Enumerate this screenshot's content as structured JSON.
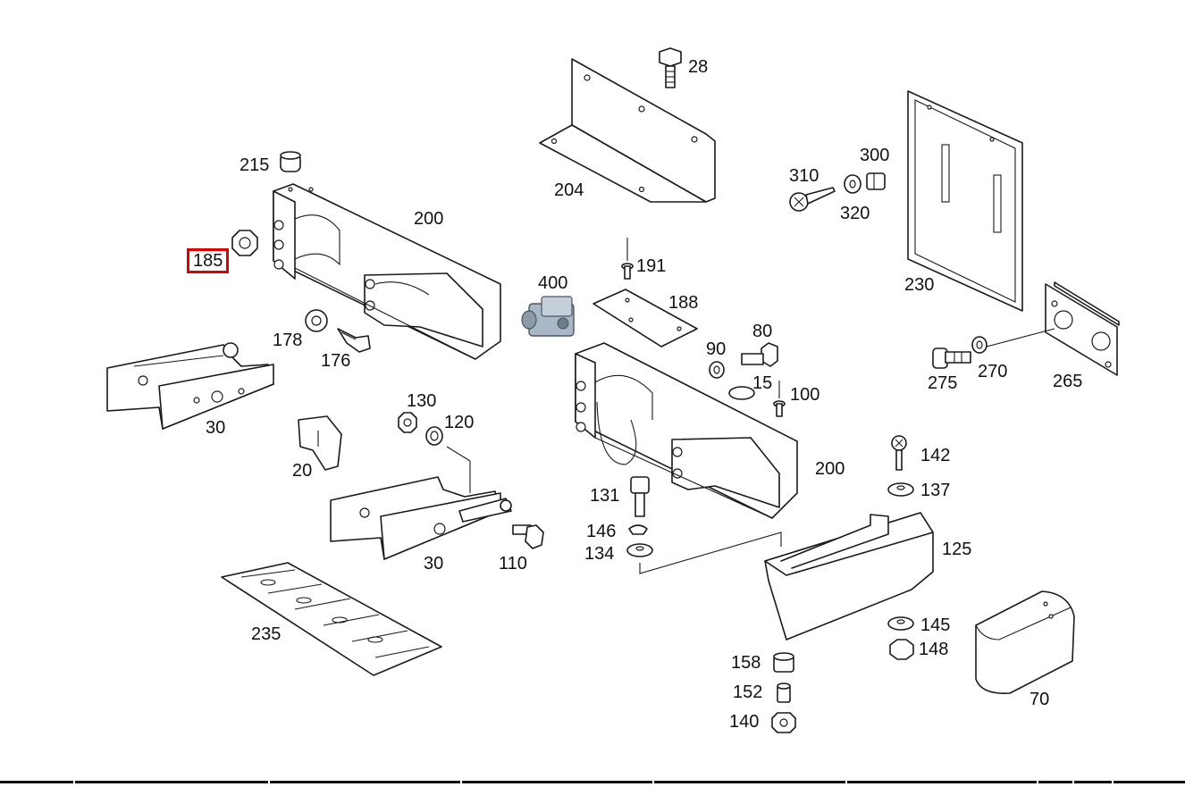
{
  "colors": {
    "highlight": "#e00000",
    "line": "#1a1a1a",
    "accent_part": "#a9b7c6"
  },
  "labels": [
    {
      "id": "28",
      "text": "28"
    },
    {
      "id": "204",
      "text": "204"
    },
    {
      "id": "215",
      "text": "215"
    },
    {
      "id": "200a",
      "text": "200"
    },
    {
      "id": "185",
      "text": "185",
      "highlighted": true
    },
    {
      "id": "178",
      "text": "178"
    },
    {
      "id": "176",
      "text": "176"
    },
    {
      "id": "30a",
      "text": "30"
    },
    {
      "id": "400",
      "text": "400"
    },
    {
      "id": "191",
      "text": "191"
    },
    {
      "id": "188",
      "text": "188"
    },
    {
      "id": "310",
      "text": "310"
    },
    {
      "id": "300",
      "text": "300"
    },
    {
      "id": "320",
      "text": "320"
    },
    {
      "id": "230",
      "text": "230"
    },
    {
      "id": "80",
      "text": "80"
    },
    {
      "id": "90",
      "text": "90"
    },
    {
      "id": "15",
      "text": "15"
    },
    {
      "id": "100",
      "text": "100"
    },
    {
      "id": "275",
      "text": "275"
    },
    {
      "id": "270",
      "text": "270"
    },
    {
      "id": "265",
      "text": "265"
    },
    {
      "id": "130",
      "text": "130"
    },
    {
      "id": "120",
      "text": "120"
    },
    {
      "id": "20",
      "text": "20"
    },
    {
      "id": "200b",
      "text": "200"
    },
    {
      "id": "142",
      "text": "142"
    },
    {
      "id": "137",
      "text": "137"
    },
    {
      "id": "131",
      "text": "131"
    },
    {
      "id": "146",
      "text": "146"
    },
    {
      "id": "134",
      "text": "134"
    },
    {
      "id": "30b",
      "text": "30"
    },
    {
      "id": "110",
      "text": "110"
    },
    {
      "id": "125",
      "text": "125"
    },
    {
      "id": "235",
      "text": "235"
    },
    {
      "id": "145",
      "text": "145"
    },
    {
      "id": "148",
      "text": "148"
    },
    {
      "id": "158",
      "text": "158"
    },
    {
      "id": "152",
      "text": "152"
    },
    {
      "id": "140",
      "text": "140"
    },
    {
      "id": "70",
      "text": "70"
    }
  ]
}
